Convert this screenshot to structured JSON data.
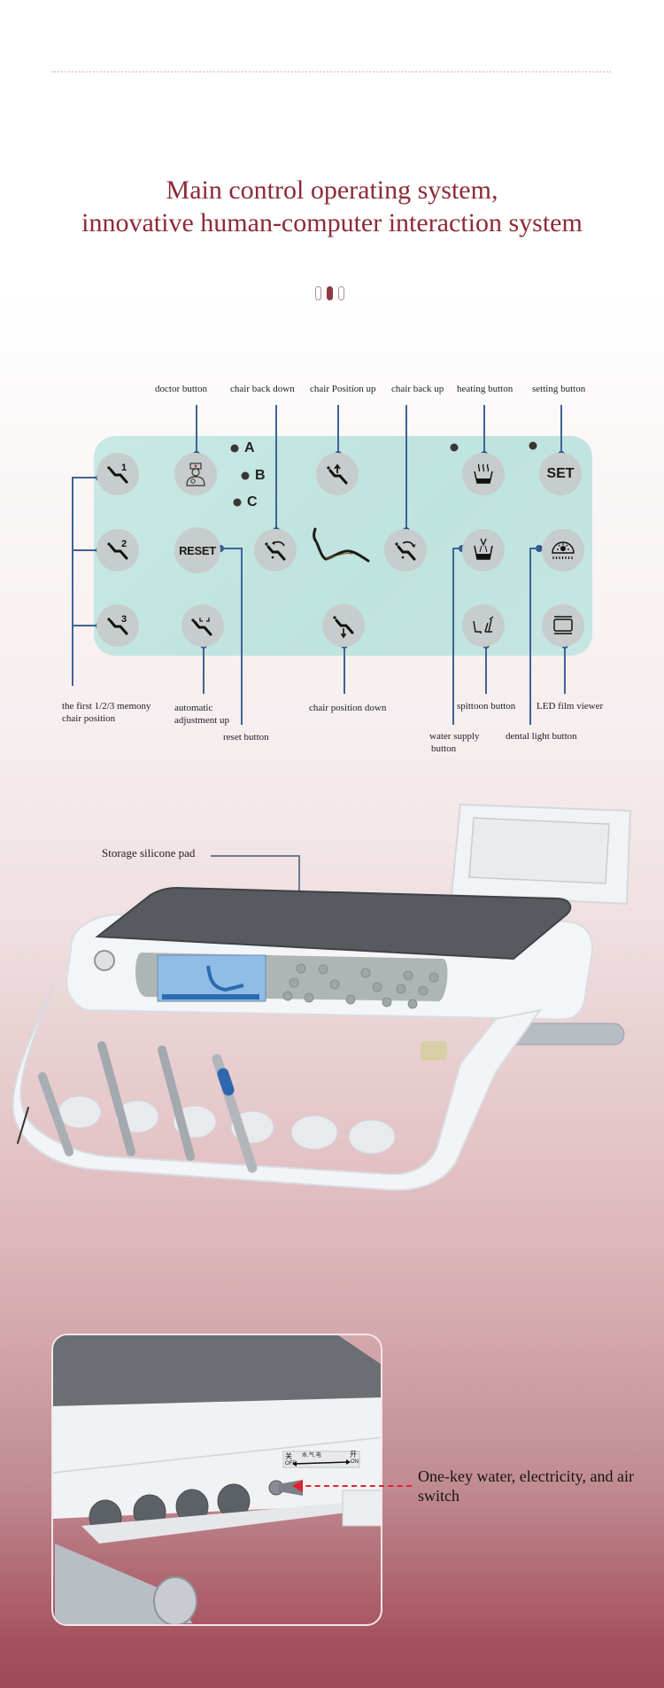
{
  "header": {
    "title_line1": "Main control operating system,",
    "title_line2": "innovative human-computer interaction system"
  },
  "carousel": {
    "indicators": [
      {
        "state": "inactive"
      },
      {
        "state": "active"
      },
      {
        "state": "inactive"
      }
    ]
  },
  "control_panel": {
    "background_color": "#c4e6e1",
    "accent_line_color": "#3f6395",
    "memory_indicators": [
      "A",
      "B",
      "C"
    ],
    "buttons": [
      {
        "id": "memory-1",
        "icon": "chair-memory-1-icon",
        "glyph": "1"
      },
      {
        "id": "doctor",
        "icon": "doctor-icon"
      },
      {
        "id": "chair-position-up",
        "icon": "chair-position-up-icon"
      },
      {
        "id": "heating",
        "icon": "heating-icon"
      },
      {
        "id": "setting",
        "icon": "set-icon",
        "text": "SET"
      },
      {
        "id": "memory-2",
        "icon": "chair-memory-2-icon",
        "glyph": "2"
      },
      {
        "id": "reset",
        "icon": "reset-icon",
        "text": "RESET"
      },
      {
        "id": "chair-back-down",
        "icon": "chair-back-down-icon"
      },
      {
        "id": "chair-back-up",
        "icon": "chair-back-up-icon"
      },
      {
        "id": "water-supply",
        "icon": "water-cup-icon"
      },
      {
        "id": "dental-light",
        "icon": "dental-light-icon"
      },
      {
        "id": "memory-3",
        "icon": "chair-memory-3-icon",
        "glyph": "3"
      },
      {
        "id": "auto-adjust-up",
        "icon": "auto-adjust-icon"
      },
      {
        "id": "chair-position-down",
        "icon": "chair-position-down-icon"
      },
      {
        "id": "spittoon",
        "icon": "spittoon-icon"
      },
      {
        "id": "led-film-viewer",
        "icon": "film-viewer-icon"
      }
    ],
    "labels": {
      "doctor": "doctor button",
      "chair_back_down": "chair back down",
      "chair_position_up": "chair Position up",
      "chair_back_up": "chair back up",
      "heating": "heating button",
      "setting": "setting button",
      "memory_line1": "the first 1/2/3 memony",
      "memory_line2": "chair position",
      "auto_line1": "automatic",
      "auto_line2": "adjustment up",
      "reset": "reset button",
      "chair_position_down": "chair position down",
      "spittoon": "spittoon button",
      "led_film_viewer": "LED film viewer",
      "water_line1": "water supply",
      "water_line2": "button",
      "dental_light": "dental light button"
    }
  },
  "device": {
    "storage_pad_label": "Storage silicone pad"
  },
  "switch_inset": {
    "switch_plate": {
      "off_cn": "关",
      "off_en": "OFF",
      "middle_cn": "水.气.电",
      "on_cn": "开",
      "on_en": "ON"
    },
    "callout": "One-key water, electricity, and air switch",
    "arrow_color": "#e0242c"
  }
}
